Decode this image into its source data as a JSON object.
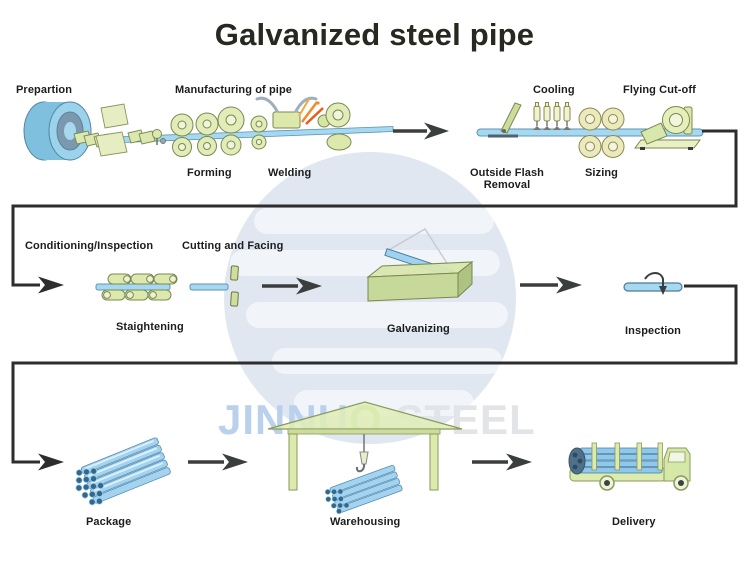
{
  "title": "Galvanized steel pipe",
  "watermark": {
    "part1": "JINNU",
    "part2": "O",
    "part3": " STEEL"
  },
  "labels": {
    "prepartion": "Prepartion",
    "manufacturing": "Manufacturing of pipe",
    "cooling": "Cooling",
    "flying_cutoff": "Flying  Cut-off",
    "forming": "Forming",
    "welding": "Welding",
    "outside_flash_line1": "Outside Flash",
    "outside_flash_line2": "Removal",
    "sizing": "Sizing",
    "conditioning": "Conditioning/Inspection",
    "cutting_facing": "Cutting and Facing",
    "straightening": "Staightening",
    "galvanizing": "Galvanizing",
    "inspection": "Inspection",
    "package": "Package",
    "warehousing": "Warehousing",
    "delivery": "Delivery"
  },
  "colors": {
    "pipe_blue": "#a6d8ef",
    "pipe_blue_dark": "#5d93b5",
    "machine_green": "#e2ecb8",
    "machine_green_dark": "#7a8a50",
    "tank_green": "#c6d89a",
    "coil_blue": "#9bd2ec",
    "arrow_dark": "#3a3e3d",
    "connector_dark": "#2d2d2d",
    "spark_orange": "#f08428",
    "watermark_circle": "#e0e7f1",
    "watermark_text_blue": "#b9d1ec",
    "watermark_text_green": "#b6db92",
    "watermark_text_gray": "#e3e4e7",
    "title_color": "#26291f"
  }
}
